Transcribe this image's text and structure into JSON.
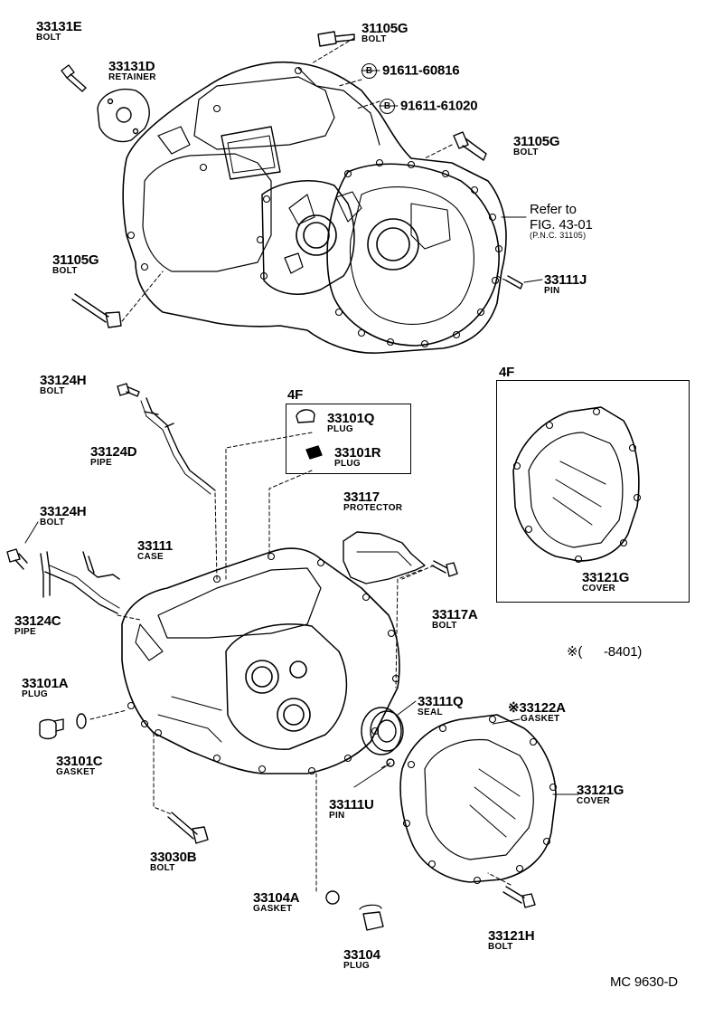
{
  "labels": {
    "p33131E": {
      "num": "33131E",
      "desc": "BOLT"
    },
    "p33131D": {
      "num": "33131D",
      "desc": "RETAINER"
    },
    "p31105G_top": {
      "num": "31105G",
      "desc": "BOLT"
    },
    "p91611_60816": {
      "num": "91611-60816",
      "circle": "B"
    },
    "p91611_61020": {
      "num": "91611-61020",
      "circle": "B"
    },
    "p31105G_right": {
      "num": "31105G",
      "desc": "BOLT"
    },
    "refer": {
      "line1": "Refer to",
      "line2": "FIG. 43-01",
      "line3": "(P.N.C. 31105)"
    },
    "p31105G_left": {
      "num": "31105G",
      "desc": "BOLT"
    },
    "p33111J": {
      "num": "33111J",
      "desc": "PIN"
    },
    "p33124H_a": {
      "num": "33124H",
      "desc": "BOLT"
    },
    "box4F_a": {
      "title": "4F"
    },
    "p33101Q": {
      "num": "33101Q",
      "desc": "PLUG"
    },
    "p33101R": {
      "num": "33101R",
      "desc": "PLUG"
    },
    "p33124D": {
      "num": "33124D",
      "desc": "PIPE"
    },
    "box4F_b": {
      "title": "4F"
    },
    "p33117": {
      "num": "33117",
      "desc": "PROTECTOR"
    },
    "p33124H_b": {
      "num": "33124H",
      "desc": "BOLT"
    },
    "p33111": {
      "num": "33111",
      "desc": "CASE"
    },
    "p33117A": {
      "num": "33117A",
      "desc": "BOLT"
    },
    "p33121G_box": {
      "num": "33121G",
      "desc": "COVER"
    },
    "p33124C": {
      "num": "33124C",
      "desc": "PIPE"
    },
    "range": {
      "text": "※(      -8401)"
    },
    "p33101A": {
      "num": "33101A",
      "desc": "PLUG"
    },
    "p33111Q": {
      "num": "33111Q",
      "desc": "SEAL"
    },
    "p33122A": {
      "num": "※33122A",
      "desc": "GASKET"
    },
    "p33101C": {
      "num": "33101C",
      "desc": "GASKET"
    },
    "p33121G": {
      "num": "33121G",
      "desc": "COVER"
    },
    "p33111U": {
      "num": "33111U",
      "desc": "PIN"
    },
    "p33030B": {
      "num": "33030B",
      "desc": "BOLT"
    },
    "p33104A": {
      "num": "33104A",
      "desc": "GASKET"
    },
    "p33121H": {
      "num": "33121H",
      "desc": "BOLT"
    },
    "p33104": {
      "num": "33104",
      "desc": "PLUG"
    },
    "code": {
      "text": "MC 9630-D"
    }
  }
}
